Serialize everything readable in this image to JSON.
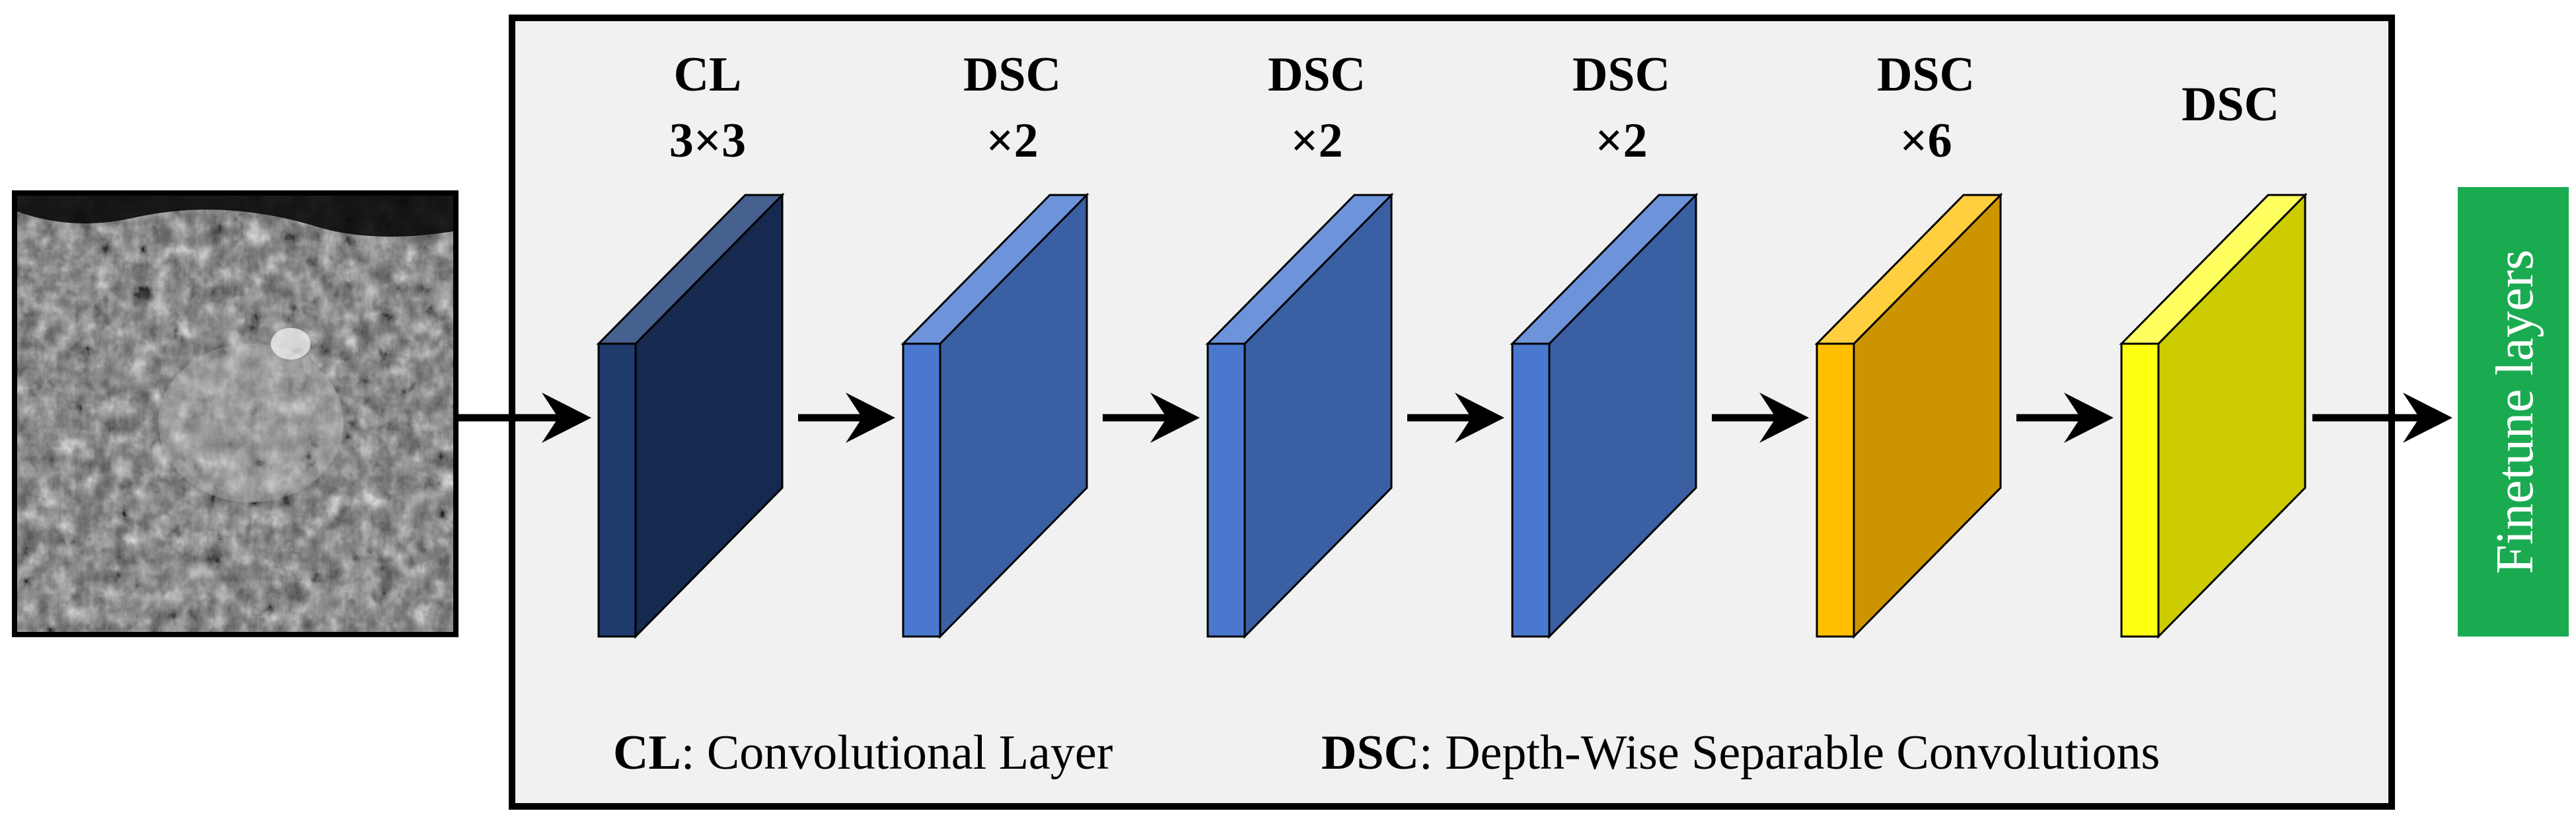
{
  "layers": [
    {
      "line1": "CL",
      "line2": "3×3",
      "front": "#16294f",
      "side": "#1f3a6d",
      "top": "#46608f",
      "stroke": "#000000"
    },
    {
      "line1": "DSC",
      "line2": "×2",
      "front": "#3a5fa3",
      "side": "#4a78cf",
      "top": "#6d93da",
      "stroke": "#000000"
    },
    {
      "line1": "DSC",
      "line2": "×2",
      "front": "#3a5fa3",
      "side": "#4a78cf",
      "top": "#6d93da",
      "stroke": "#000000"
    },
    {
      "line1": "DSC",
      "line2": "×2",
      "front": "#3a5fa3",
      "side": "#4a78cf",
      "top": "#6d93da",
      "stroke": "#000000"
    },
    {
      "line1": "DSC",
      "line2": "×6",
      "front": "#cc9500",
      "side": "#ffbf00",
      "top": "#ffcf40",
      "stroke": "#000000"
    },
    {
      "line1": "DSC",
      "line2": "",
      "front": "#cccc00",
      "side": "#ffff10",
      "top": "#ffff60",
      "stroke": "#000000"
    }
  ],
  "legend": {
    "cl_key": "CL",
    "cl_desc": ": Convolutional Layer",
    "dsc_key": "DSC",
    "dsc_desc": ": Depth-Wise Separable Convolutions"
  },
  "output": {
    "label": "Finetune layers",
    "color": "#1aab50"
  },
  "colors": {
    "panel_bg": "#f1f1f1",
    "border": "#000000",
    "arrow": "#000000"
  }
}
